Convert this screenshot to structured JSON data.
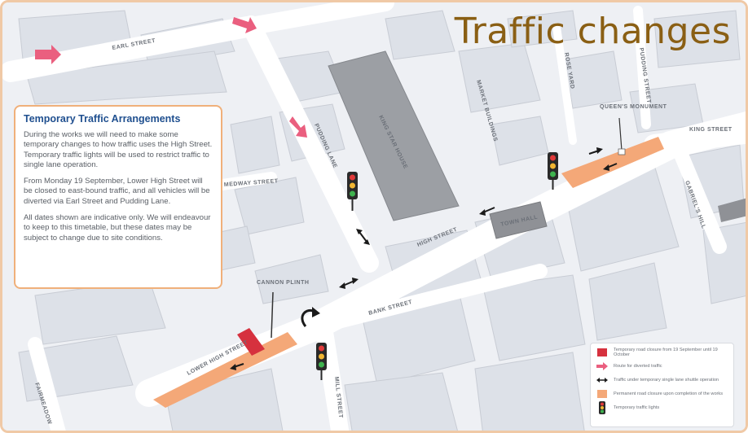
{
  "title": "Traffic changes",
  "info_box": {
    "heading": "Temporary Traffic Arrangements",
    "paragraphs": [
      "During the works we will need to make some temporary changes to how traffic uses the High Street. Temporary traffic lights will be used to restrict traffic to single lane operation.",
      "From Monday 19 September, Lower High Street will be closed to east-bound traffic, and all vehicles will be diverted via Earl Street and Pudding Lane.",
      "All dates shown are indicative only. We will endeavour to keep to this timetable, but these dates may be subject to change due to site conditions."
    ]
  },
  "streets": {
    "earl_street": "EARL STREET",
    "pudding_lane": "PUDDING LANE",
    "medway_street": "MEDWAY STREET",
    "king_star_house": "KING STAR HOUSE",
    "market_buildings": "MARKET BUILDINGS",
    "rose_yard": "ROSE YARD",
    "pudding_street": "PUDDING STREET",
    "queens_monument": "QUEEN'S MONUMENT",
    "king_street": "KING STREET",
    "gabriels_hill": "GABRIEL'S HILL",
    "town_hall": "TOWN HALL",
    "high_street": "HIGH STREET",
    "cannon_plinth": "CANNON PLINTH",
    "bank_street": "BANK STREET",
    "lower_high_street": "LOWER HIGH STREET",
    "mill_street": "MILL STREET",
    "fairmeadow": "FAIRMEADOW"
  },
  "legend": {
    "items": [
      {
        "symbol": "red-square-icon",
        "text": "Temporary road closure from 19 September until 19 October"
      },
      {
        "symbol": "pink-arrow-icon",
        "text": "Route for diverted traffic"
      },
      {
        "symbol": "double-arrow-icon",
        "text": "Traffic under temporary single lane shuttle operation"
      },
      {
        "symbol": "orange-square-icon",
        "text": "Permanent road closure upon completion of the works"
      },
      {
        "symbol": "traffic-light-icon",
        "text": "Temporary traffic lights"
      }
    ]
  },
  "colors": {
    "title": "#8a5f14",
    "heading": "#1f4f8f",
    "box_border": "#f0b07a",
    "closure_temporary": "#d6313e",
    "closure_permanent": "#f4a878",
    "diversion_arrow": "#ea5f7f",
    "building": "#dde1e8",
    "road": "#ffffff",
    "landmark": "#8f9196"
  }
}
